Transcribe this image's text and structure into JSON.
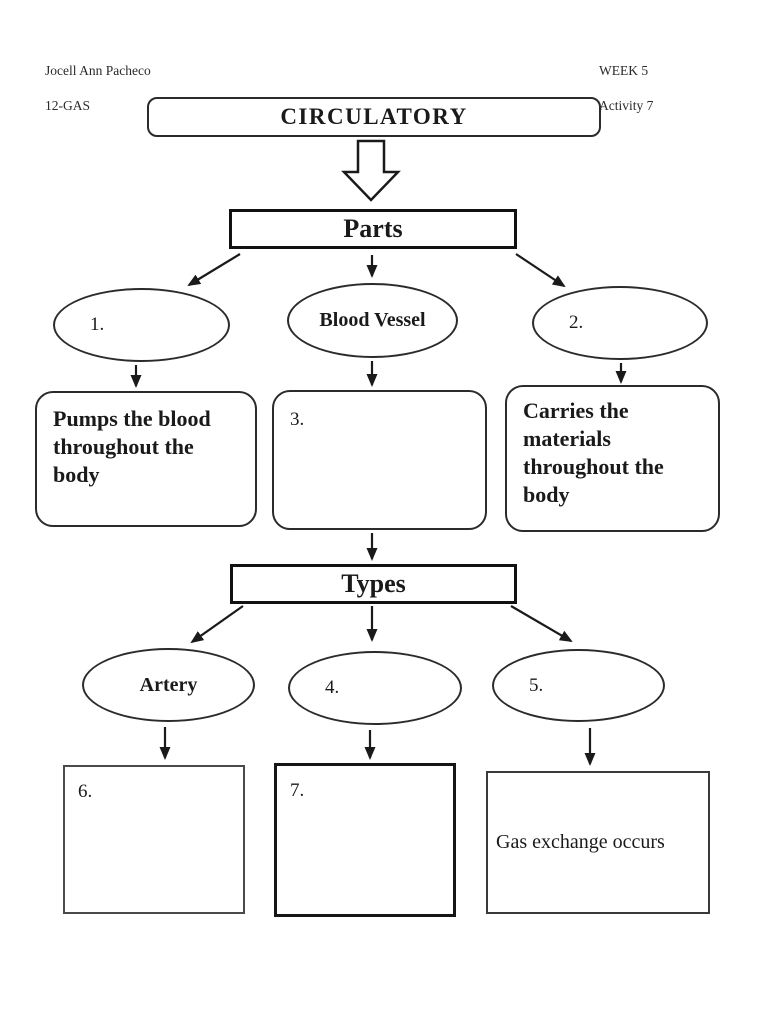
{
  "header": {
    "left": {
      "line1": "Jocell Ann Pacheco",
      "line2": "12-GAS"
    },
    "right": {
      "line1": "WEEK 5",
      "line2": "Activity 7"
    }
  },
  "diagram": {
    "title": "CIRCULATORY",
    "sections": {
      "parts": {
        "header": "Parts",
        "ovals": [
          {
            "label": "1."
          },
          {
            "label": "Blood Vessel"
          },
          {
            "label": "2."
          }
        ],
        "answers": [
          {
            "label": "",
            "text": "Pumps the blood throughout the body"
          },
          {
            "label": "3.",
            "text": ""
          },
          {
            "label": "",
            "text": "Carries the materials throughout the body"
          }
        ]
      },
      "types": {
        "header": "Types",
        "ovals": [
          {
            "label": "Artery"
          },
          {
            "label": "4."
          },
          {
            "label": "5."
          }
        ],
        "answers": [
          {
            "label": "6.",
            "text": ""
          },
          {
            "label": "7.",
            "text": ""
          },
          {
            "label": "",
            "text": "Gas exchange occurs"
          }
        ]
      }
    }
  },
  "icons": {
    "flow_arrow": "block-down-arrow"
  },
  "colors": {
    "ink": "#1a1a1a",
    "paper": "#ffffff"
  }
}
